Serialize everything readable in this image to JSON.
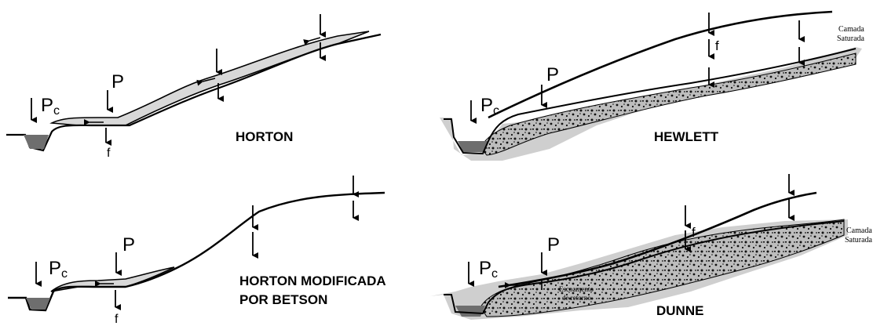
{
  "panels": [
    {
      "id": "horton",
      "title": "HORTON",
      "labels": {
        "pc": "P",
        "pc_sub": "c",
        "p": "P",
        "f": "f"
      }
    },
    {
      "id": "hewlett",
      "title": "HEWLETT",
      "labels": {
        "pc": "P",
        "pc_sub": "c",
        "p": "P",
        "f": "f",
        "layer": "Camada",
        "layer2": "Saturada"
      }
    },
    {
      "id": "horton_mod",
      "title_line1": "HORTON MODIFICADA",
      "title_line2": "POR BETSON",
      "labels": {
        "pc": "P",
        "pc_sub": "c",
        "p": "P",
        "f": "f"
      }
    },
    {
      "id": "dunne",
      "title": "DUNNE",
      "labels": {
        "pc": "P",
        "pc_sub": "c",
        "p": "P",
        "f": "f",
        "layer": "Camada",
        "layer2": "Saturada",
        "return1": "Escoamento",
        "return2": "de retorno"
      }
    }
  ],
  "colors": {
    "line": "#000000",
    "water": "#6e6e6e",
    "film": "#d8d8d8",
    "soil": "#c8c8c8",
    "grain": "#1a1a1a"
  }
}
